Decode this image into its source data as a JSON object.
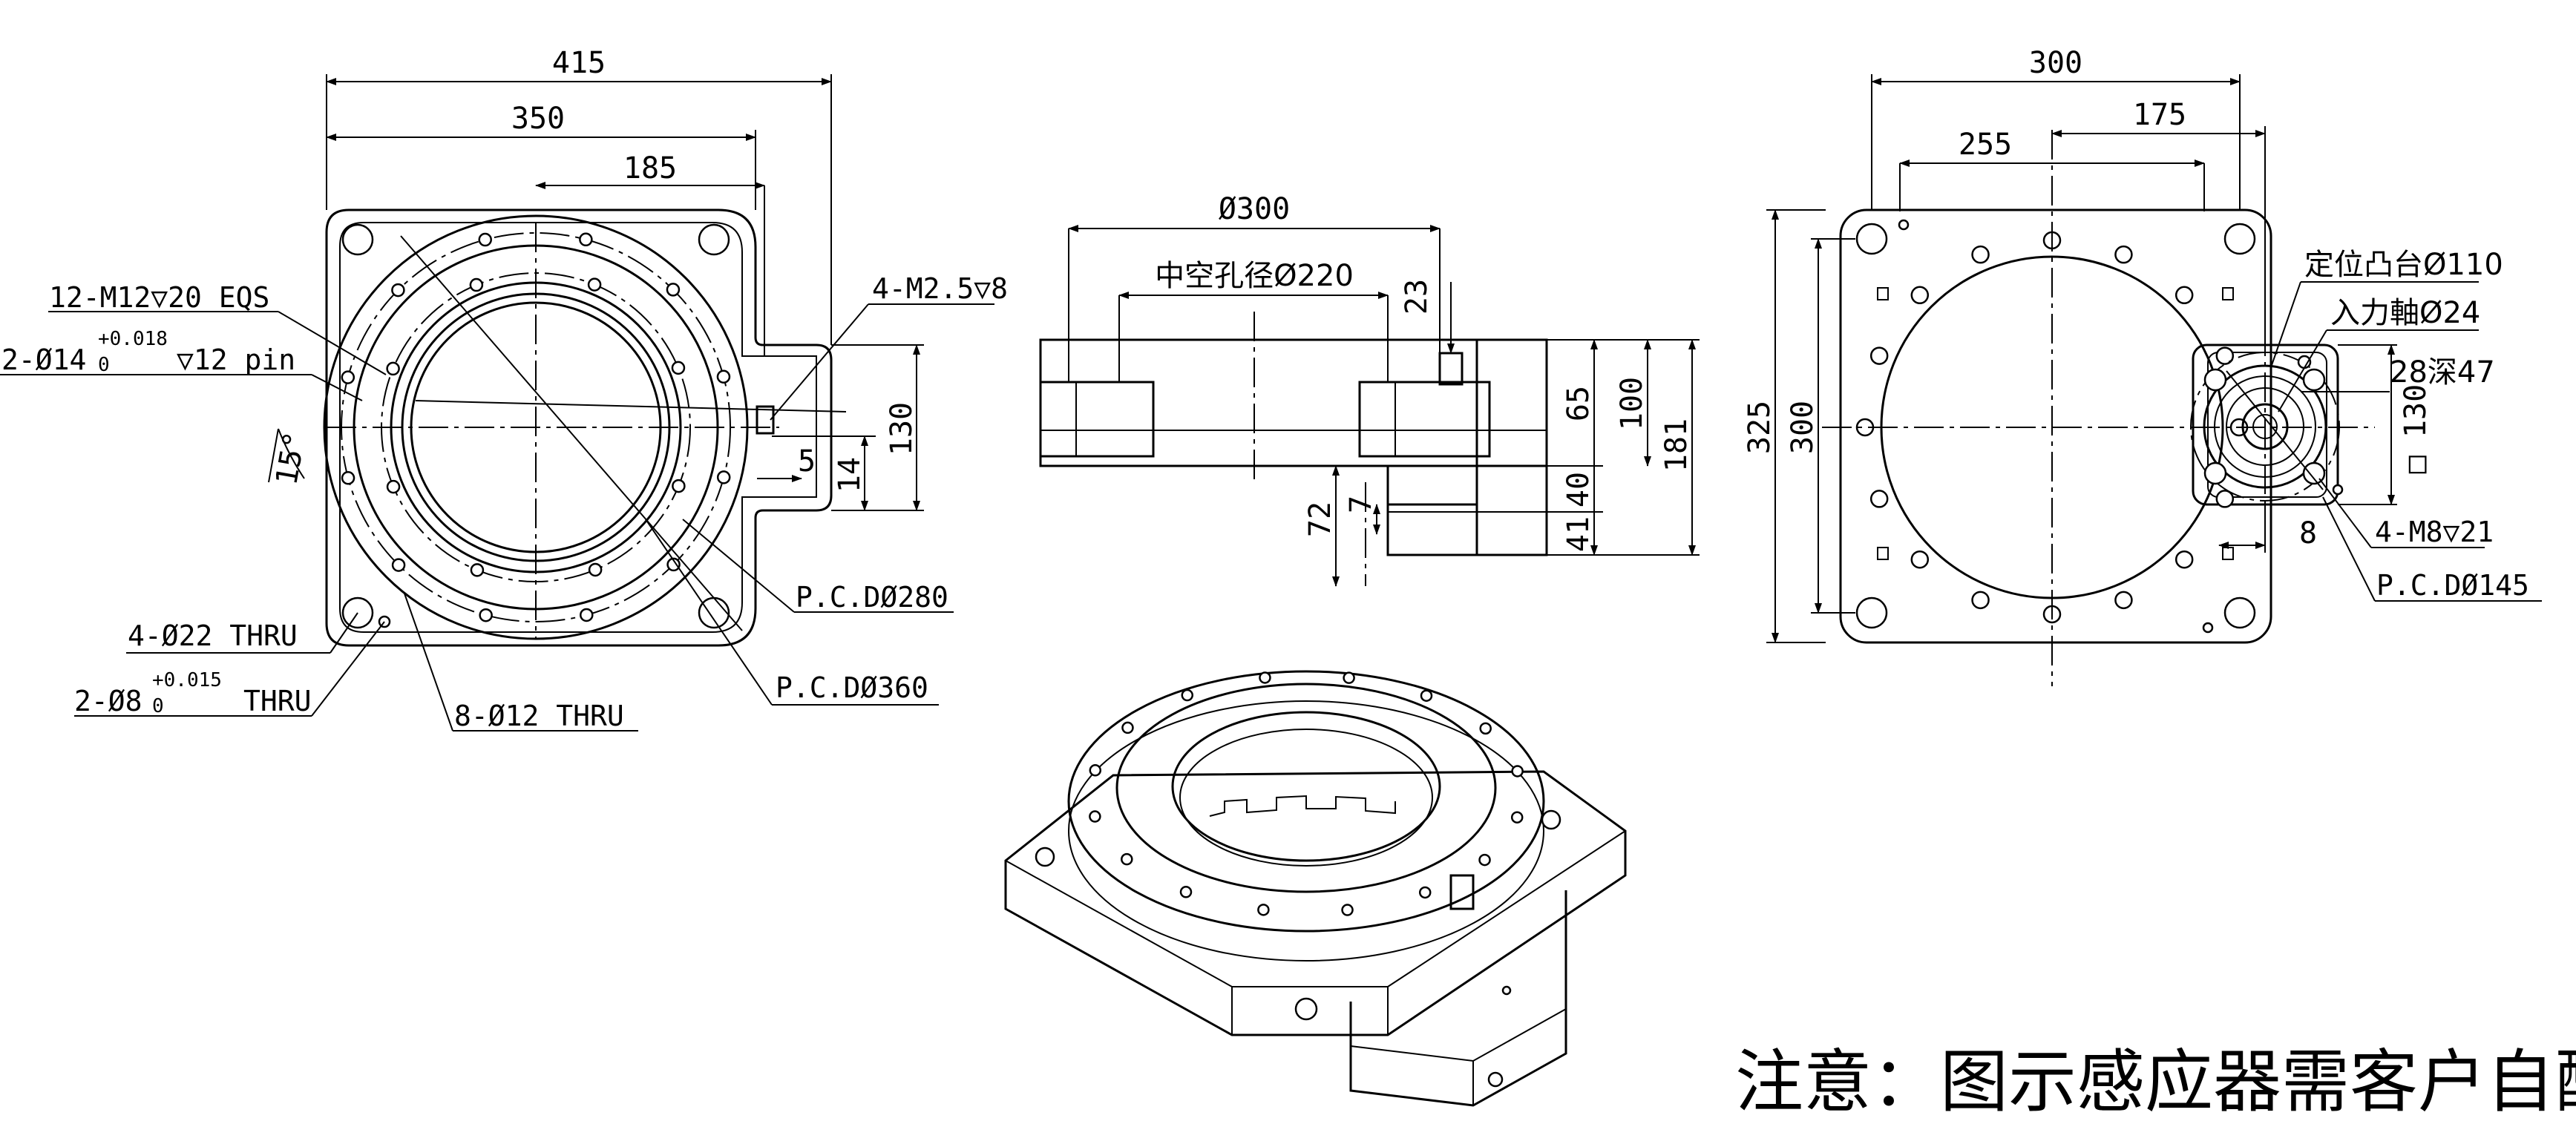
{
  "front_view": {
    "dims": {
      "overall_width": "415",
      "mount_width": "350",
      "center_to_edge": "185",
      "flange_height": "130",
      "offset_14": "14",
      "offset_5": "5",
      "angle": "15°"
    },
    "callouts": {
      "tapped_holes": "12-M12▽20 EQS",
      "pin_holes_main": "2-Ø14",
      "pin_holes_tol_upper": "+0.018",
      "pin_holes_tol_lower": "0",
      "pin_holes_depth": "▽12 pin",
      "sensor_holes": "4-M2.5▽8",
      "pcd_inner": "P.C.DØ280",
      "pcd_outer": "P.C.DØ360",
      "corner_holes": "4-Ø22 THRU",
      "dowel_holes_main": "2-Ø8",
      "dowel_tol_upper": "+0.015",
      "dowel_tol_lower": "0",
      "dowel_thru": "THRU",
      "through_holes": "8-Ø12 THRU"
    }
  },
  "side_view": {
    "dims": {
      "outer_diameter": "Ø300",
      "hollow_bore": "中空孔径Ø220",
      "sensor_height": "23",
      "top_height": "65",
      "height_100": "100",
      "total_height": "181",
      "mid_height": "40",
      "bottom_height": "41",
      "shaft_72": "72",
      "shaft_7": "7"
    }
  },
  "top_view": {
    "dims": {
      "width_300": "300",
      "offset_175": "175",
      "hole_span_255": "255",
      "height_325": "325",
      "height_300": "300",
      "square_130": "□ 130",
      "offset_8": "8"
    },
    "callouts": {
      "locating_boss": "定位凸台Ø110",
      "input_shaft": "入力軸Ø24",
      "depth": "28深47",
      "motor_holes": "4-M8▽21",
      "motor_pcd": "P.C.DØ145"
    }
  },
  "note": "注意：图示感应器需客户自配"
}
